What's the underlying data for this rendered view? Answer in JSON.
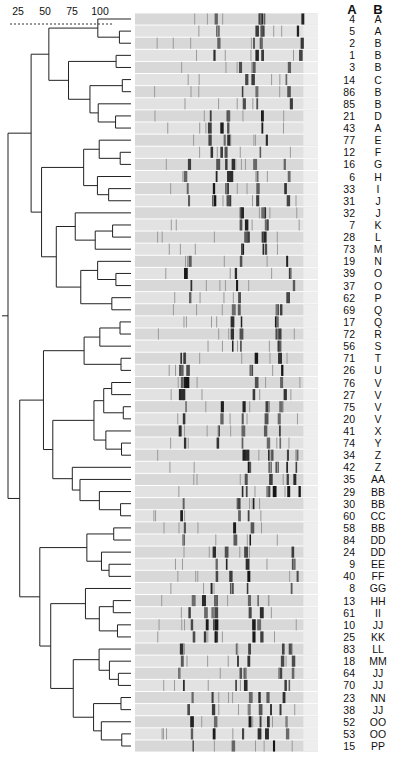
{
  "diagram": {
    "labels": [
      "25",
      "50",
      "75",
      "100",
      "A",
      "B",
      "4",
      "A",
      "5",
      "A",
      "2",
      "B",
      "1",
      "B",
      "3",
      "B",
      "14",
      "C",
      "86",
      "B",
      "85",
      "B",
      "21",
      "D",
      "43",
      "A",
      "77",
      "E",
      "12",
      "F",
      "16",
      "G",
      "6",
      "H",
      "33",
      "I",
      "31",
      "J",
      "32",
      "J",
      "7",
      "K",
      "28",
      "L",
      "73",
      "M",
      "19",
      "N",
      "39",
      "O",
      "37",
      "O",
      "62",
      "P",
      "69",
      "Q",
      "17",
      "Q",
      "72",
      "R",
      "56",
      "S",
      "71",
      "T",
      "26",
      "U",
      "76",
      "V",
      "27",
      "V",
      "75",
      "V",
      "20",
      "V",
      "41",
      "X",
      "74",
      "Y",
      "34",
      "Z",
      "42",
      "Z",
      "35",
      "AA",
      "29",
      "BB",
      "30",
      "BB",
      "60",
      "CC",
      "58",
      "BB",
      "84",
      "DD",
      "24",
      "DD",
      "9",
      "EE",
      "40",
      "FF",
      "8",
      "GG",
      "13",
      "HH",
      "61",
      "II",
      "10",
      "JJ",
      "25",
      "KK",
      "83",
      "LL",
      "18",
      "MM",
      "64",
      "JJ",
      "70",
      "JJ",
      "23",
      "NN",
      "38",
      "JJ",
      "52",
      "OO",
      "53",
      "OO",
      "15",
      "PP"
    ]
  }
}
